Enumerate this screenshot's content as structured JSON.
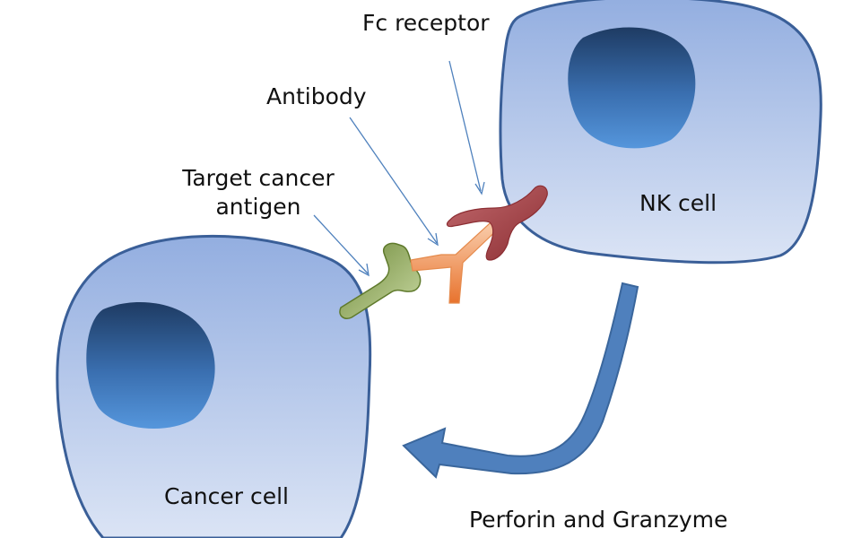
{
  "labels": {
    "fc_receptor": "Fc receptor",
    "antibody": "Antibody",
    "target_antigen_line1": "Target cancer",
    "target_antigen_line2": "antigen",
    "nk_cell": "NK cell",
    "cancer_cell": "Cancer cell",
    "perforin_granzyme": "Perforin and Granzyme"
  },
  "colors": {
    "cell_fill_top": "#93aee0",
    "cell_fill_bottom": "#dbe4f5",
    "cell_stroke": "#3a5f98",
    "nucleus_top": "#1e3b63",
    "nucleus_bottom": "#4f8fd8",
    "antigen_green": "#8fa65b",
    "antibody_peach": "#f6bf98",
    "antibody_orange": "#e8732e",
    "fc_receptor_red": "#b4454a",
    "pointer_line": "#4f81bd",
    "big_arrow": "#4f80bd"
  },
  "icons": {
    "nk_cell": "nk-cell-icon",
    "cancer_cell": "cancer-cell-icon",
    "antibody": "antibody-icon",
    "antigen": "antigen-icon",
    "receptor": "fc-receptor-icon"
  }
}
